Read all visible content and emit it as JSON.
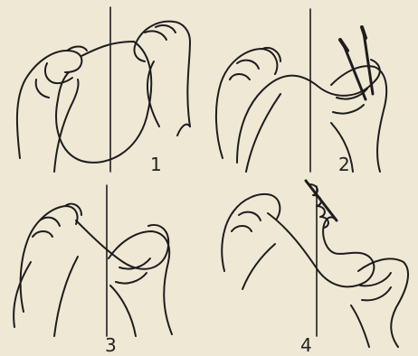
{
  "illustration": {
    "paper_color": "#efe8d5",
    "ink_color": "#1d1d1d",
    "steps": [
      {
        "label": "1"
      },
      {
        "label": "2"
      },
      {
        "label": "3"
      },
      {
        "label": "4"
      }
    ]
  }
}
